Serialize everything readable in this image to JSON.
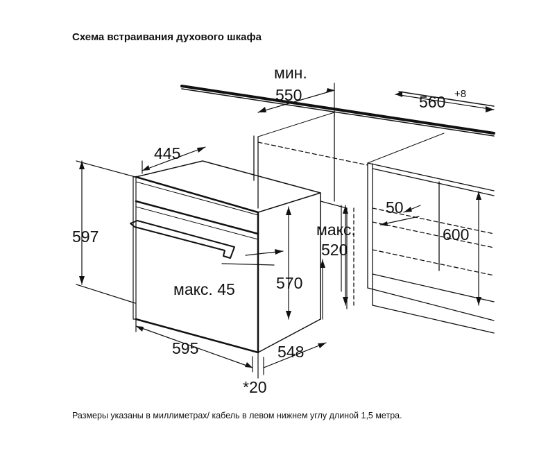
{
  "title": "Схема встраивания духового шкафа",
  "caption": "Размеры указаны в миллиметрах/ кабель в левом нижнем углу длиной 1,5 метра.",
  "dimensions": {
    "min_label": "мин.",
    "niche_depth": "550",
    "niche_width": "560",
    "niche_width_tol": "+8",
    "oven_depth_top": "445",
    "oven_height": "597",
    "max_label_1": "макс.",
    "max_depth": "520",
    "gap": "50",
    "niche_height": "600",
    "max_45": "макс. 45",
    "inner_height": "570",
    "oven_width": "595",
    "front_depth": "548",
    "front_offset": "*20"
  }
}
